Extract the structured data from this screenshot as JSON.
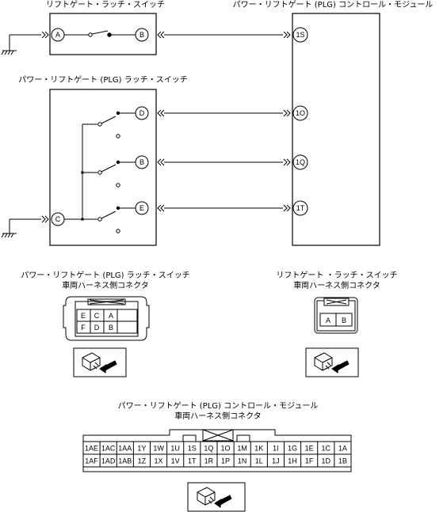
{
  "titles": {
    "liftgate_latch_switch": "リフトゲート・ラッチ・スイッチ",
    "plg_control_module": "パワー・リフトゲート (PLG) コントロール・モジュール",
    "plg_latch_switch": "パワー・リフトゲート (PLG) ラッチ・スイッチ"
  },
  "schematic_pins": {
    "latch_a": "A",
    "latch_b": "B",
    "module_1s": "1S",
    "plg_d": "D",
    "plg_b": "B",
    "plg_e": "E",
    "plg_c": "C",
    "module_1o": "1O",
    "module_1q": "1Q",
    "module_1t": "1T"
  },
  "connector_plg_latch": {
    "title_line1": "パワー・リフトゲート (PLG) ラッチ・スイッチ",
    "title_line2": "車両ハーネス側コネクタ",
    "row1": [
      "E",
      "C",
      "A"
    ],
    "row2": [
      "F",
      "D",
      "B"
    ]
  },
  "connector_liftgate_latch": {
    "title_line1": "リフトゲート ・ラッチ・スイッチ",
    "title_line2": "車両ハーネス側コネクタ",
    "row1": [
      "A",
      "B"
    ]
  },
  "connector_module": {
    "title_line1": "パワー・リフトゲート (PLG) コントロール・モジュール",
    "title_line2": "車両ハーネス側コネクタ",
    "row1": [
      "1AE",
      "1AC",
      "1AA",
      "1Y",
      "1W",
      "1U",
      "1S",
      "1Q",
      "1O",
      "1M",
      "1K",
      "1I",
      "1G",
      "1E",
      "1C",
      "1A"
    ],
    "row2": [
      "1AF",
      "1AD",
      "1AB",
      "1Z",
      "1X",
      "1V",
      "1T",
      "1R",
      "1P",
      "1N",
      "1L",
      "1J",
      "1H",
      "1F",
      "1D",
      "1B"
    ]
  }
}
